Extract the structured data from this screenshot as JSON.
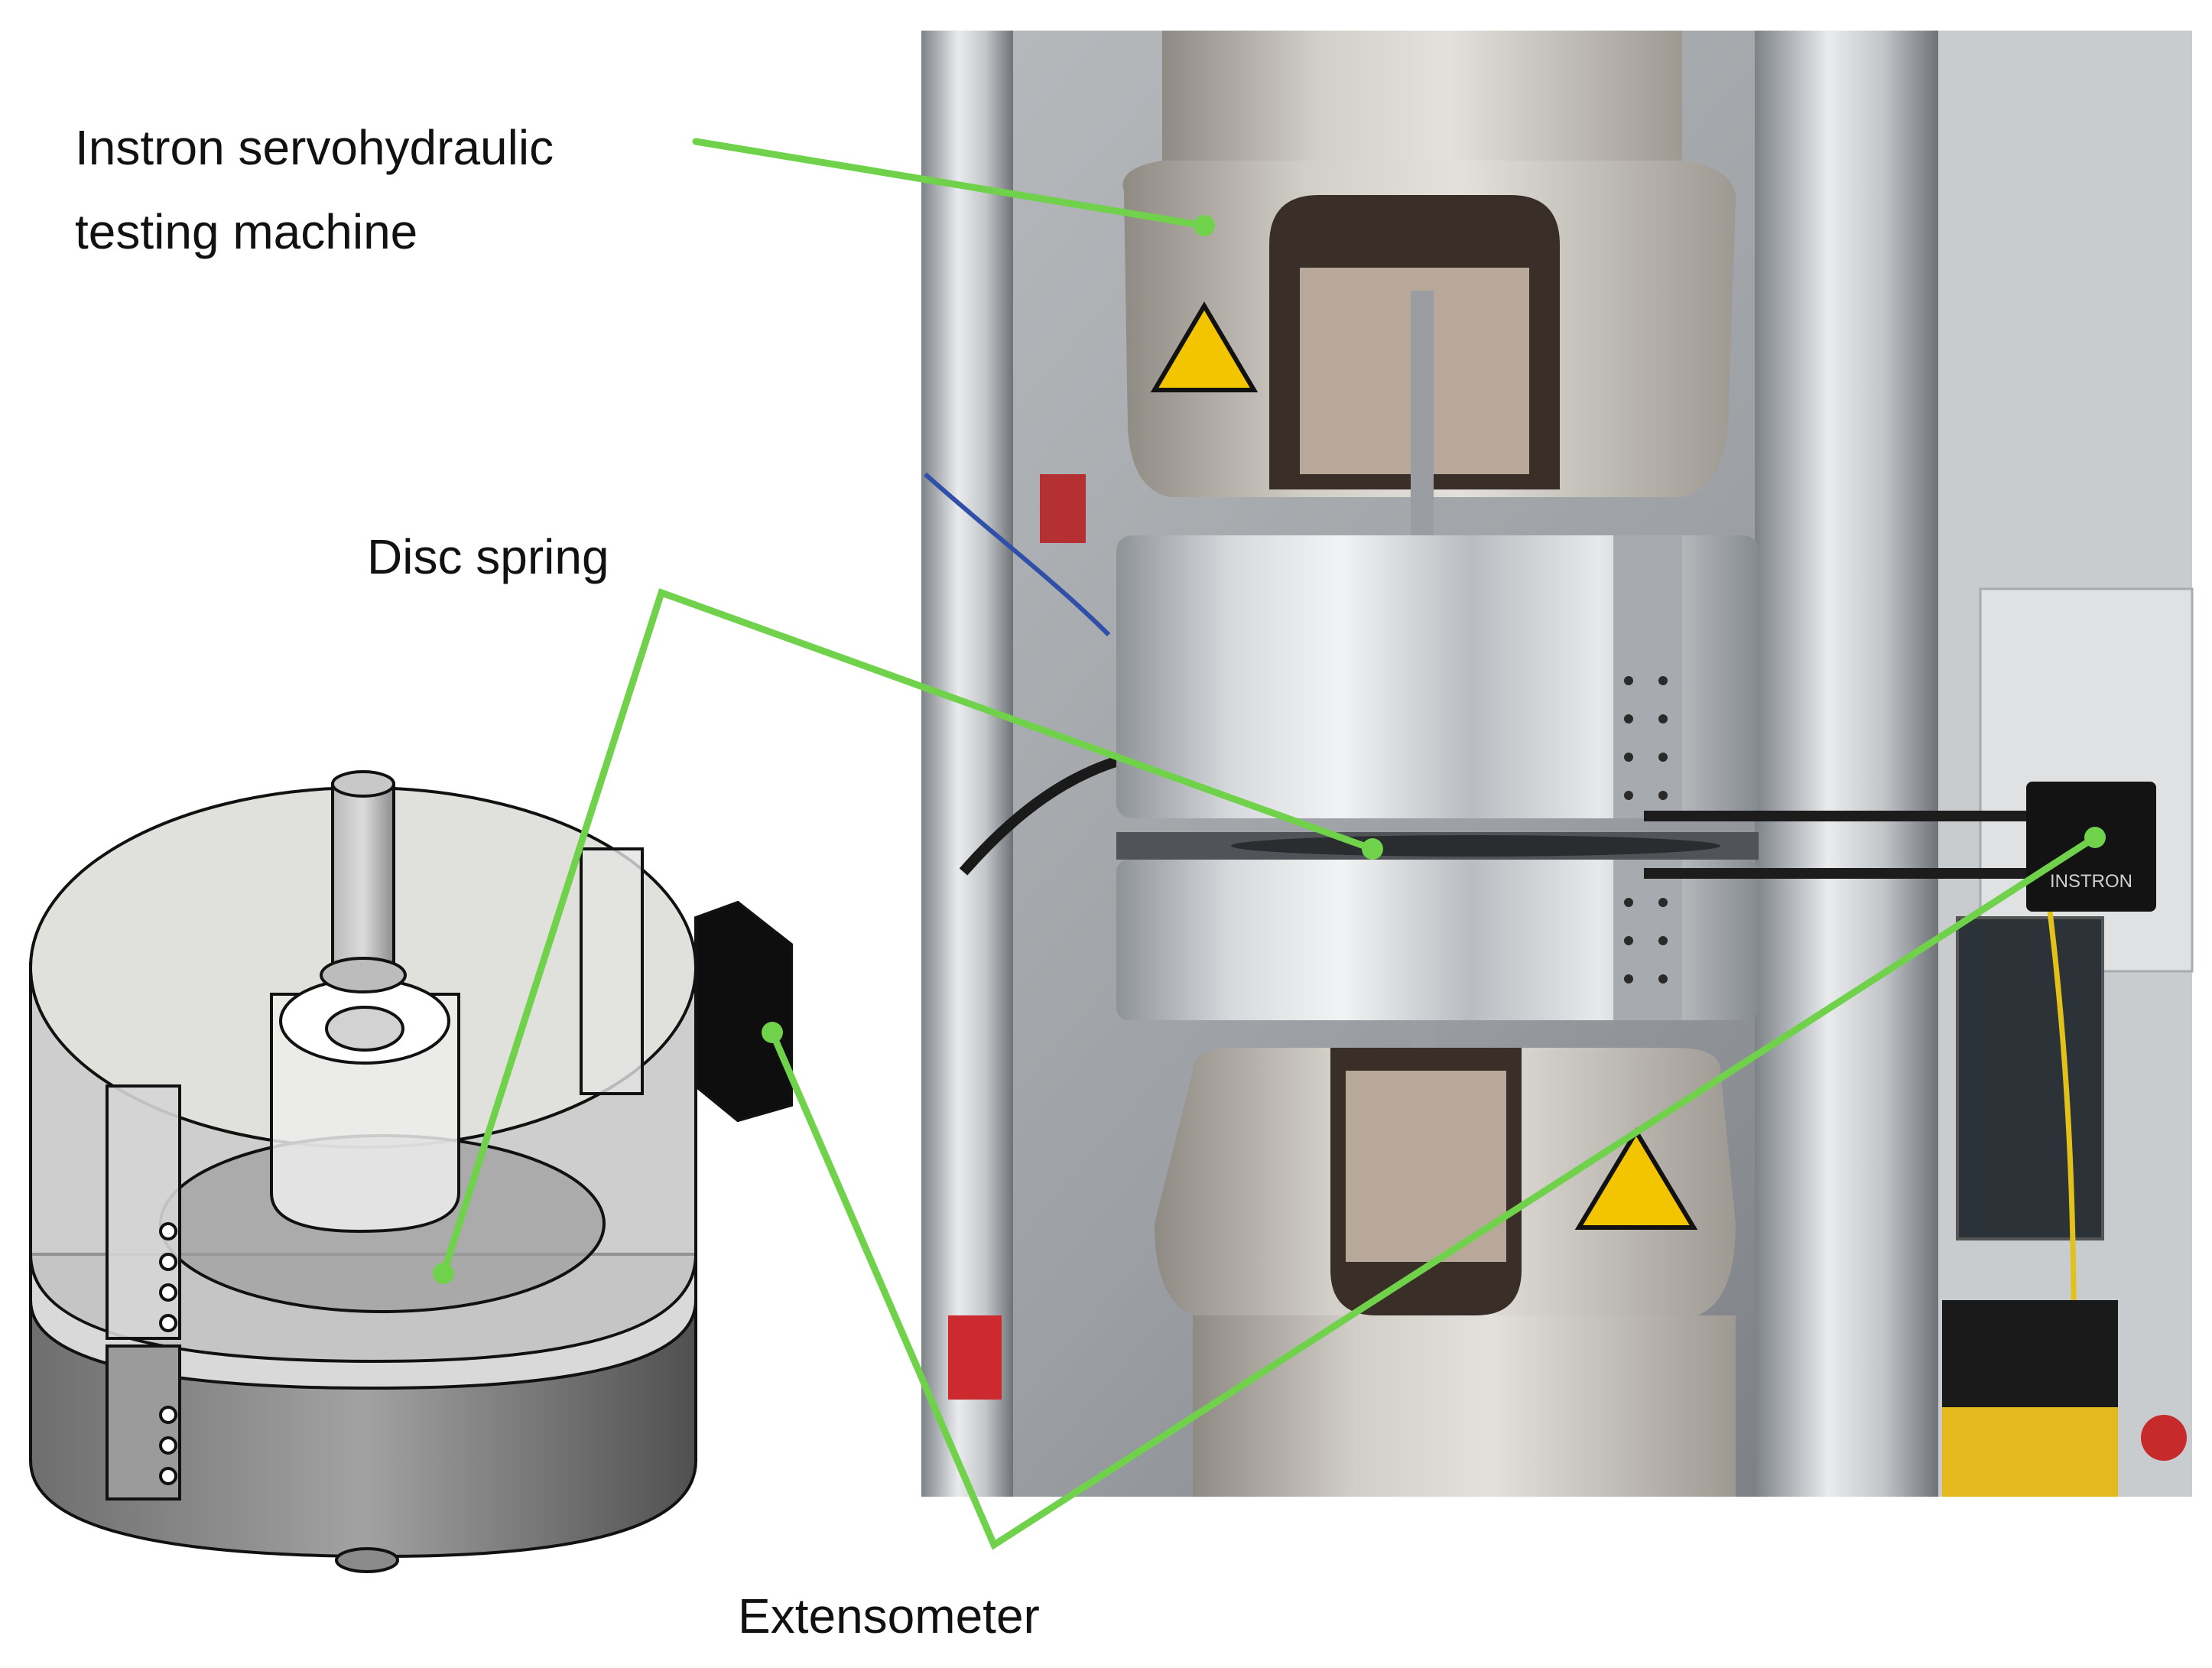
{
  "labels": {
    "instron_line1": "Instron servohydraulic",
    "instron_line2": "testing machine",
    "disc_spring": "Disc spring",
    "extensometer": "Extensometer"
  },
  "photo_text": {
    "extensometer_brand": "INSTRON"
  },
  "colors": {
    "callout_line": "#6fd24a",
    "background": "#ffffff"
  }
}
